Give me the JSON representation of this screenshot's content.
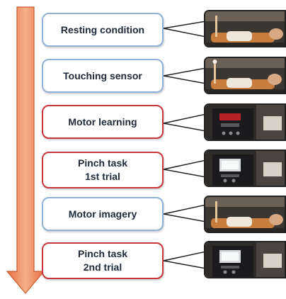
{
  "steps": [
    {
      "label": "Resting condition",
      "color": "#8fb2d9",
      "photo": "arm-resting-photo"
    },
    {
      "label": "Touching sensor",
      "color": "#8fb2d9",
      "photo": "arm-touching-sensor-photo"
    },
    {
      "label": "Motor learning",
      "color": "#c8353a",
      "photo": "device-display-photo"
    },
    {
      "label": "Pinch task\n1st trial",
      "color": "#c8353a",
      "photo": "device-display-photo"
    },
    {
      "label": "Motor imagery",
      "color": "#8fb2d9",
      "photo": "arm-resting-photo"
    },
    {
      "label": "Pinch task\n2nd trial",
      "color": "#c8353a",
      "photo": "device-display-photo"
    }
  ],
  "arrow_color": "#f0a27a"
}
